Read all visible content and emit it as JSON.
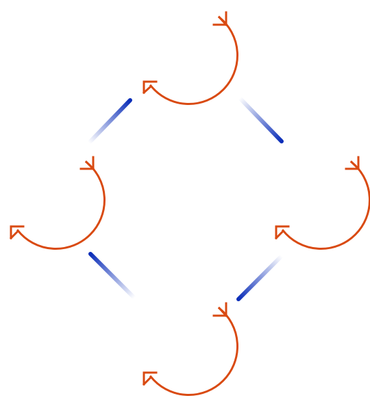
{
  "diagram": {
    "node_count": 4,
    "nodes": [
      {
        "id": "top",
        "icon": "cycle-arrows-icon",
        "rotation": "clockwise"
      },
      {
        "id": "left",
        "icon": "cycle-arrows-icon",
        "rotation": "clockwise"
      },
      {
        "id": "right",
        "icon": "cycle-arrows-icon",
        "rotation": "clockwise"
      },
      {
        "id": "bottom",
        "icon": "cycle-arrows-icon",
        "rotation": "clockwise"
      }
    ],
    "connectors": [
      {
        "id": "top-left",
        "from": "top",
        "to": "left"
      },
      {
        "id": "top-right",
        "from": "top",
        "to": "right"
      },
      {
        "id": "left-bottom",
        "from": "left",
        "to": "bottom"
      },
      {
        "id": "right-bottom",
        "from": "right",
        "to": "bottom"
      }
    ],
    "colors": {
      "cycle": "#D94A12",
      "connector": "#0A2DB8",
      "background": "#FFFFFF"
    }
  }
}
